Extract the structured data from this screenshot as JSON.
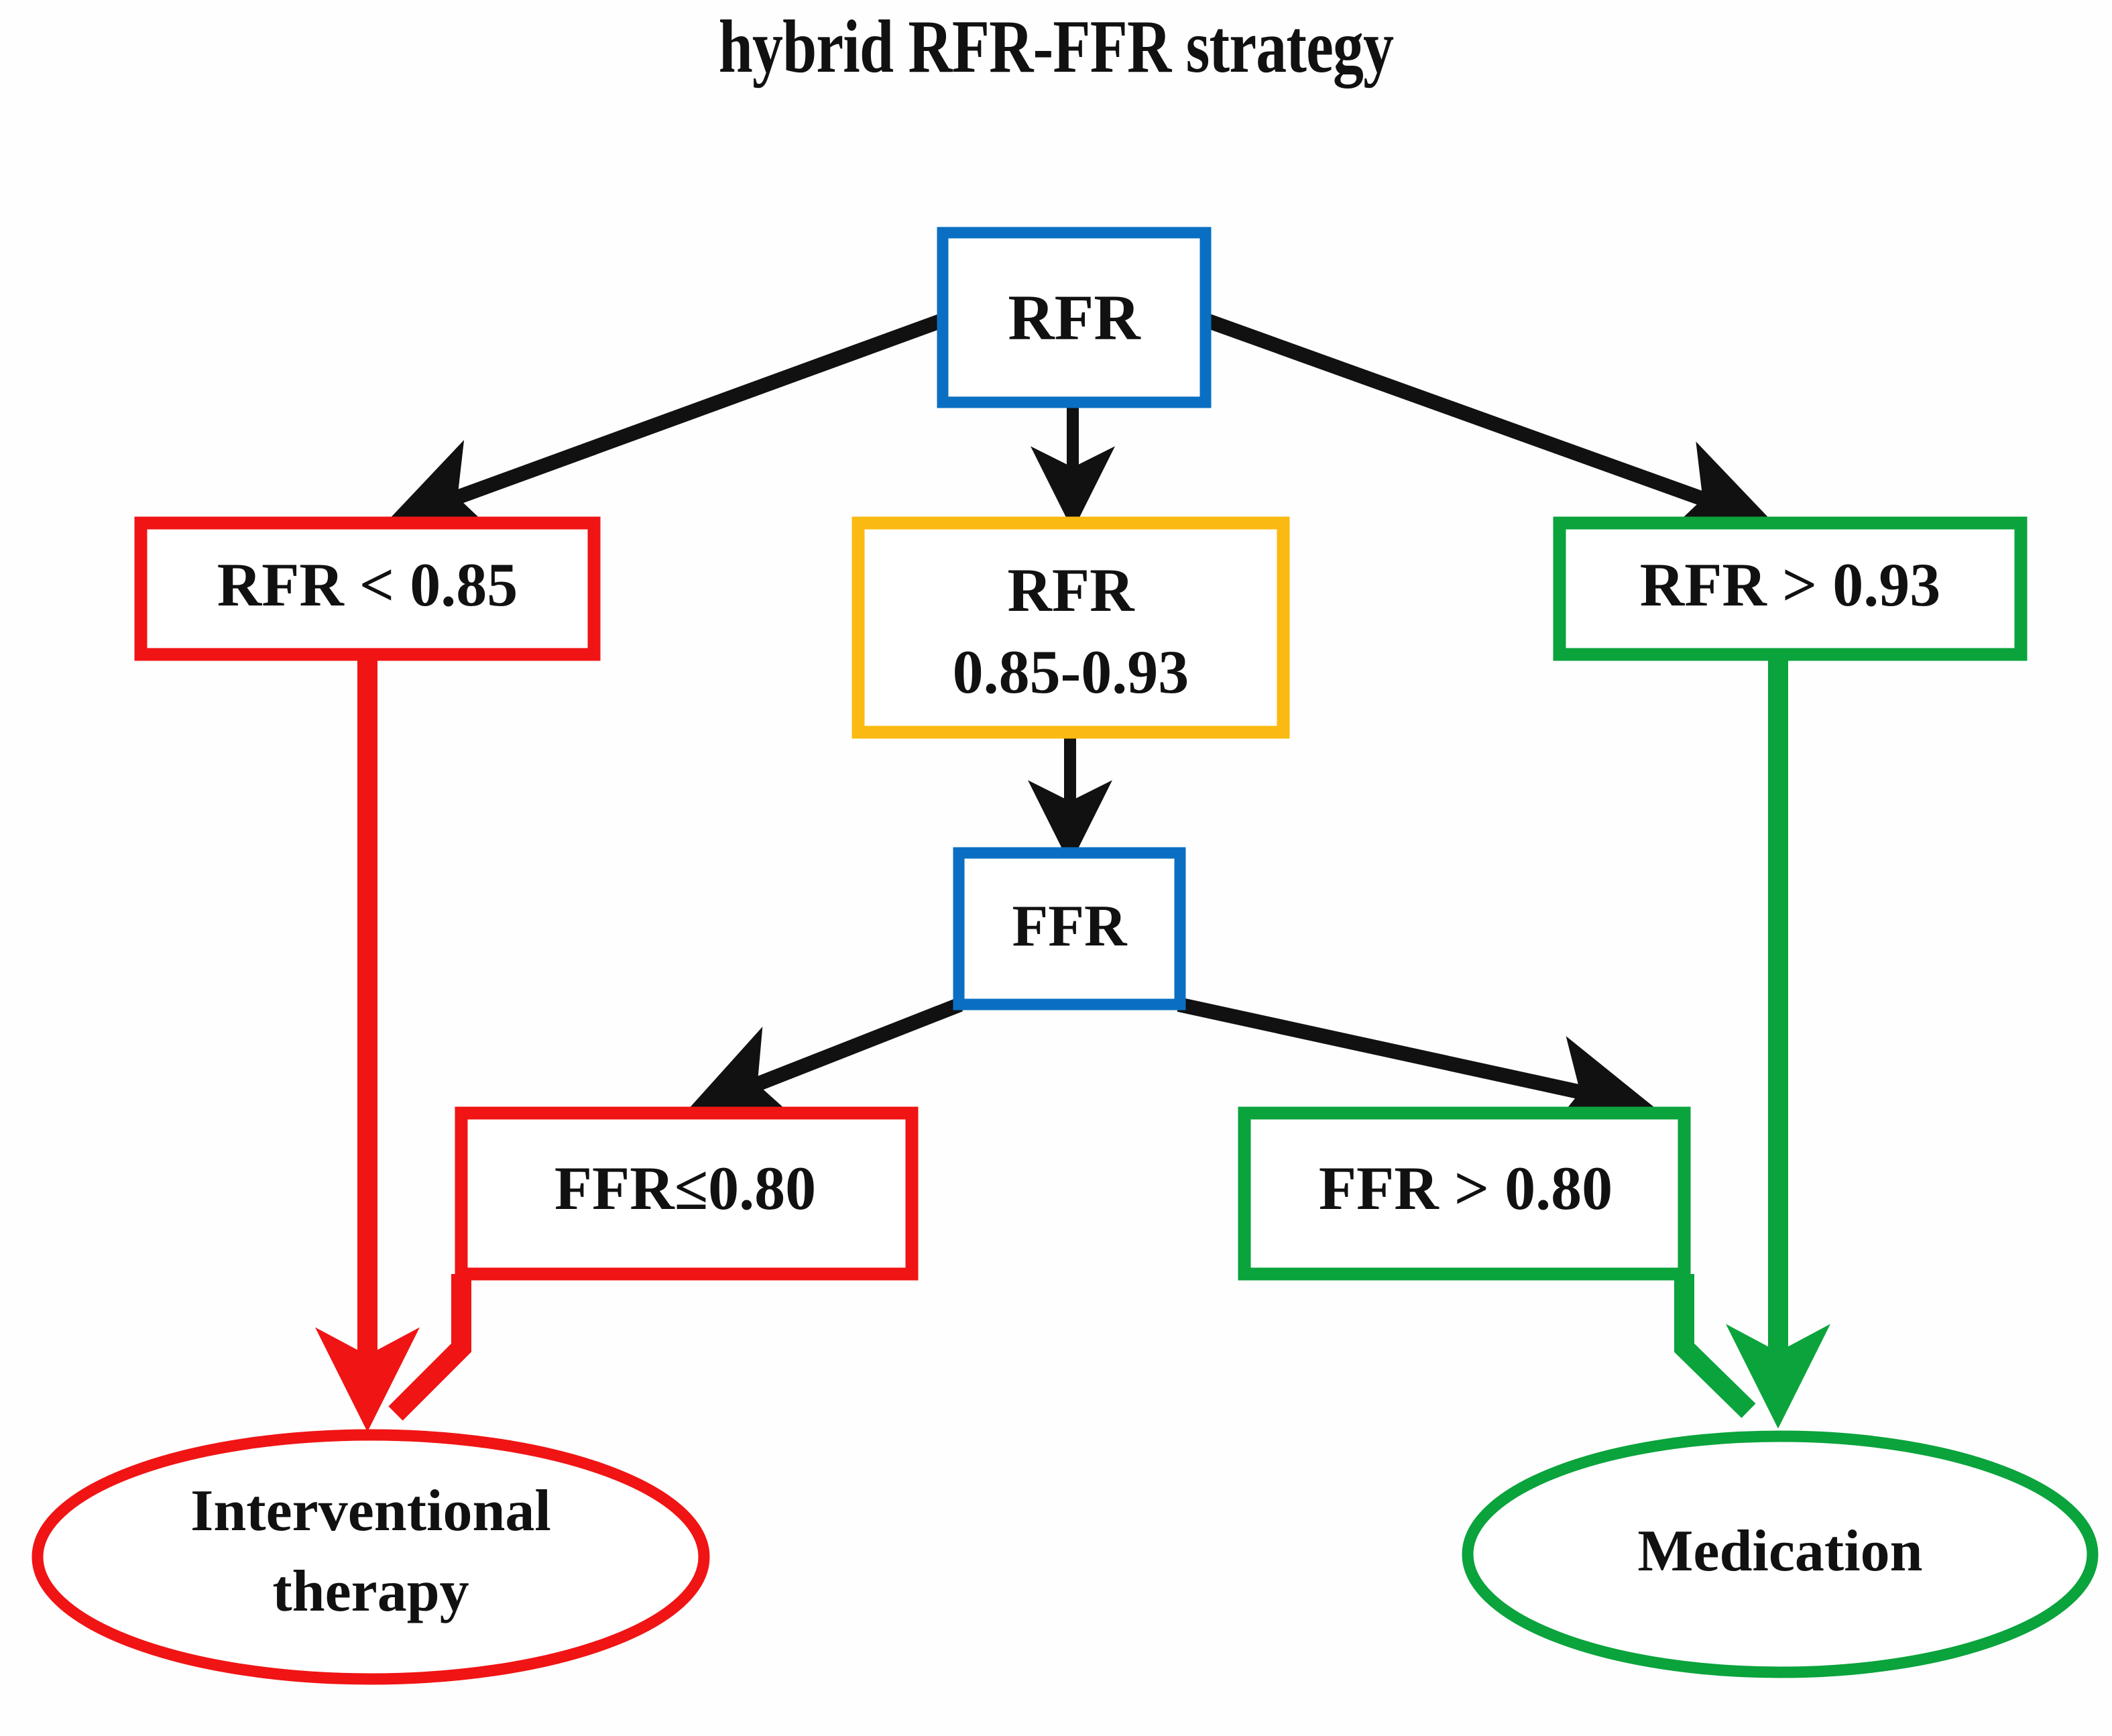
{
  "title": "hybrid RFR-FFR strategy",
  "colors": {
    "blue": "#0A6FC2",
    "red": "#F01414",
    "orange": "#FBBA11",
    "green": "#0AA33C",
    "black": "#111111",
    "background": "#FEFEFE"
  },
  "nodes": {
    "rfr_root": {
      "label": "RFR",
      "shape": "rectangle",
      "border_color": "#0A6FC2"
    },
    "rfr_low": {
      "label": "RFR < 0.85",
      "shape": "rectangle",
      "border_color": "#F01414"
    },
    "rfr_mid_line1": "RFR",
    "rfr_mid_line2": "0.85-0.93",
    "rfr_mid": {
      "label": "RFR 0.85-0.93",
      "shape": "rectangle",
      "border_color": "#FBBA11"
    },
    "rfr_high": {
      "label": "RFR > 0.93",
      "shape": "rectangle",
      "border_color": "#0AA33C"
    },
    "ffr": {
      "label": "FFR",
      "shape": "rectangle",
      "border_color": "#0A6FC2"
    },
    "ffr_low": {
      "label": "FFR≤0.80",
      "shape": "rectangle",
      "border_color": "#F01414"
    },
    "ffr_high": {
      "label": "FFR > 0.80",
      "shape": "rectangle",
      "border_color": "#0AA33C"
    },
    "outcome_intervention_line1": "Interventional",
    "outcome_intervention_line2": "therapy",
    "outcome_intervention": {
      "label": "Interventional therapy",
      "shape": "ellipse",
      "border_color": "#F01414"
    },
    "outcome_medication": {
      "label": "Medication",
      "shape": "ellipse",
      "border_color": "#0AA33C"
    }
  },
  "edges": [
    {
      "from": "rfr_root",
      "to": "rfr_low",
      "color": "#111111",
      "style": "arrow"
    },
    {
      "from": "rfr_root",
      "to": "rfr_mid",
      "color": "#111111",
      "style": "arrow"
    },
    {
      "from": "rfr_root",
      "to": "rfr_high",
      "color": "#111111",
      "style": "arrow"
    },
    {
      "from": "rfr_mid",
      "to": "ffr",
      "color": "#111111",
      "style": "arrow"
    },
    {
      "from": "ffr",
      "to": "ffr_low",
      "color": "#111111",
      "style": "arrow"
    },
    {
      "from": "ffr",
      "to": "ffr_high",
      "color": "#111111",
      "style": "arrow"
    },
    {
      "from": "rfr_low",
      "to": "outcome_intervention",
      "color": "#F01414",
      "style": "thick-arrow"
    },
    {
      "from": "ffr_low",
      "to": "outcome_intervention",
      "color": "#F01414",
      "style": "thick-arrow"
    },
    {
      "from": "rfr_high",
      "to": "outcome_medication",
      "color": "#0AA33C",
      "style": "thick-arrow"
    },
    {
      "from": "ffr_high",
      "to": "outcome_medication",
      "color": "#0AA33C",
      "style": "thick-arrow"
    }
  ]
}
